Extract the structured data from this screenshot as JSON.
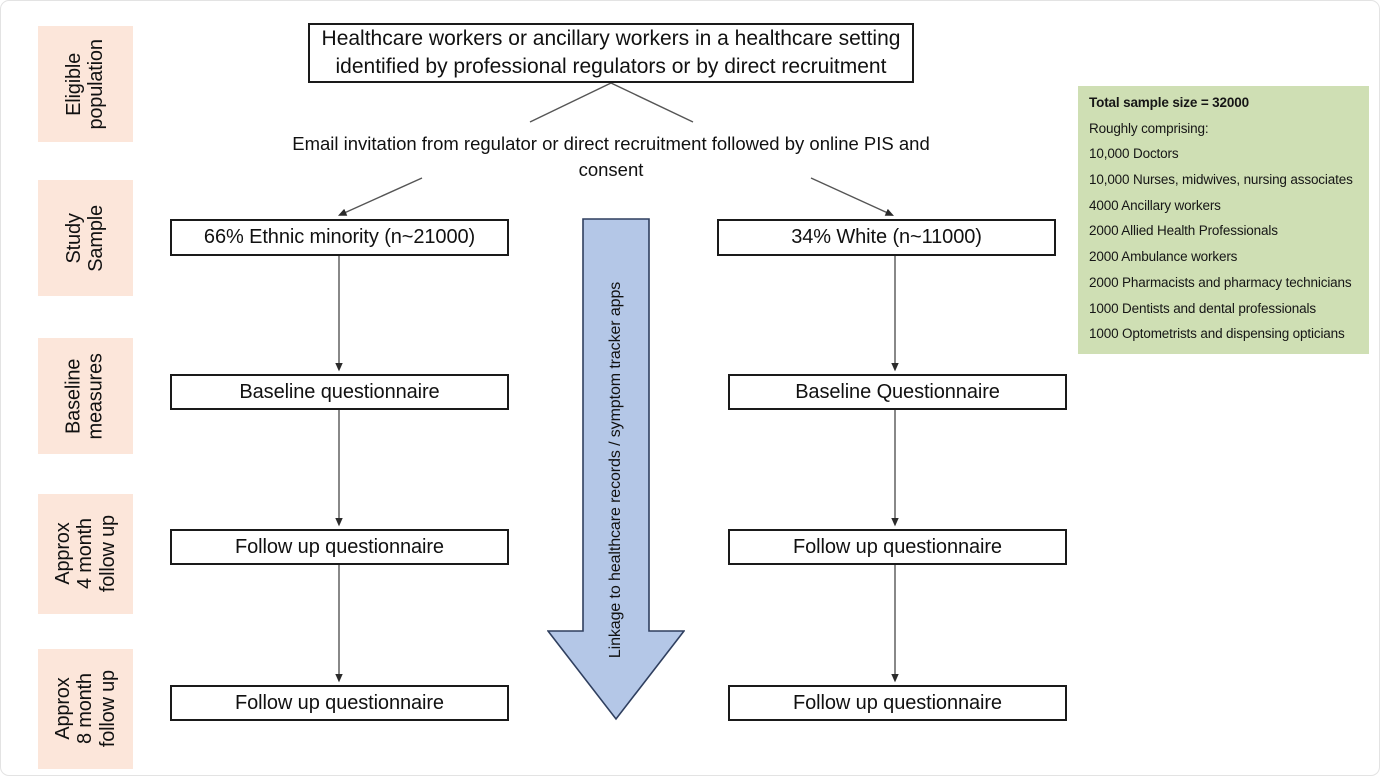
{
  "figure": {
    "title": "Study flow diagram",
    "colors": {
      "stage_label_bg": "#fce6da",
      "sample_box_bg": "#cfdfb4",
      "arrow_fill": "#b4c7e7",
      "arrow_stroke": "#2f3f5f",
      "box_stroke": "#1a1a1a",
      "text": "#111111"
    }
  },
  "stages": [
    {
      "id": "eligible-population",
      "lines": [
        "Eligible",
        "population"
      ]
    },
    {
      "id": "study-sample",
      "lines": [
        "Study",
        "Sample"
      ]
    },
    {
      "id": "baseline-measures",
      "lines": [
        "Baseline",
        "measures"
      ]
    },
    {
      "id": "approx-4-month-follow-up",
      "lines": [
        "Approx",
        "4 month",
        "follow up"
      ]
    },
    {
      "id": "approx-8-month-follow-up",
      "lines": [
        "Approx",
        "8 month",
        "follow up"
      ]
    }
  ],
  "nodes": {
    "population": {
      "line1": "Healthcare workers or ancillary workers in a healthcare setting",
      "line2": "identified by professional regulators or by direct recruitment"
    },
    "recruitment_note": {
      "line1": "Email invitation from regulator or direct recruitment followed by online PIS and",
      "line2": "consent"
    },
    "left_arm": {
      "sample": "66% Ethnic minority (n~21000)",
      "baseline": "Baseline questionnaire",
      "followup_4m": "Follow up questionnaire",
      "followup_8m": "Follow up questionnaire"
    },
    "right_arm": {
      "sample": "34% White (n~11000)",
      "baseline": "Baseline Questionnaire",
      "followup_4m": "Follow up questionnaire",
      "followup_8m": "Follow up questionnaire"
    },
    "linkage_arrow_label": "Linkage to healthcare records / symptom tracker apps"
  },
  "sample_box": {
    "lines": [
      {
        "text": "Total sample size = 32000",
        "bold": true
      },
      {
        "text": "Roughly comprising:",
        "bold": false
      },
      {
        "text": "10,000 Doctors",
        "bold": false
      },
      {
        "text": "10,000 Nurses, midwives, nursing associates",
        "bold": false
      },
      {
        "text": "4000 Ancillary workers",
        "bold": false
      },
      {
        "text": "2000 Allied Health Professionals",
        "bold": false
      },
      {
        "text": "2000 Ambulance workers",
        "bold": false
      },
      {
        "text": "2000 Pharmacists and pharmacy technicians",
        "bold": false
      },
      {
        "text": "1000 Dentists and dental professionals",
        "bold": false
      },
      {
        "text": "1000 Optometrists and dispensing opticians",
        "bold": false
      }
    ]
  }
}
